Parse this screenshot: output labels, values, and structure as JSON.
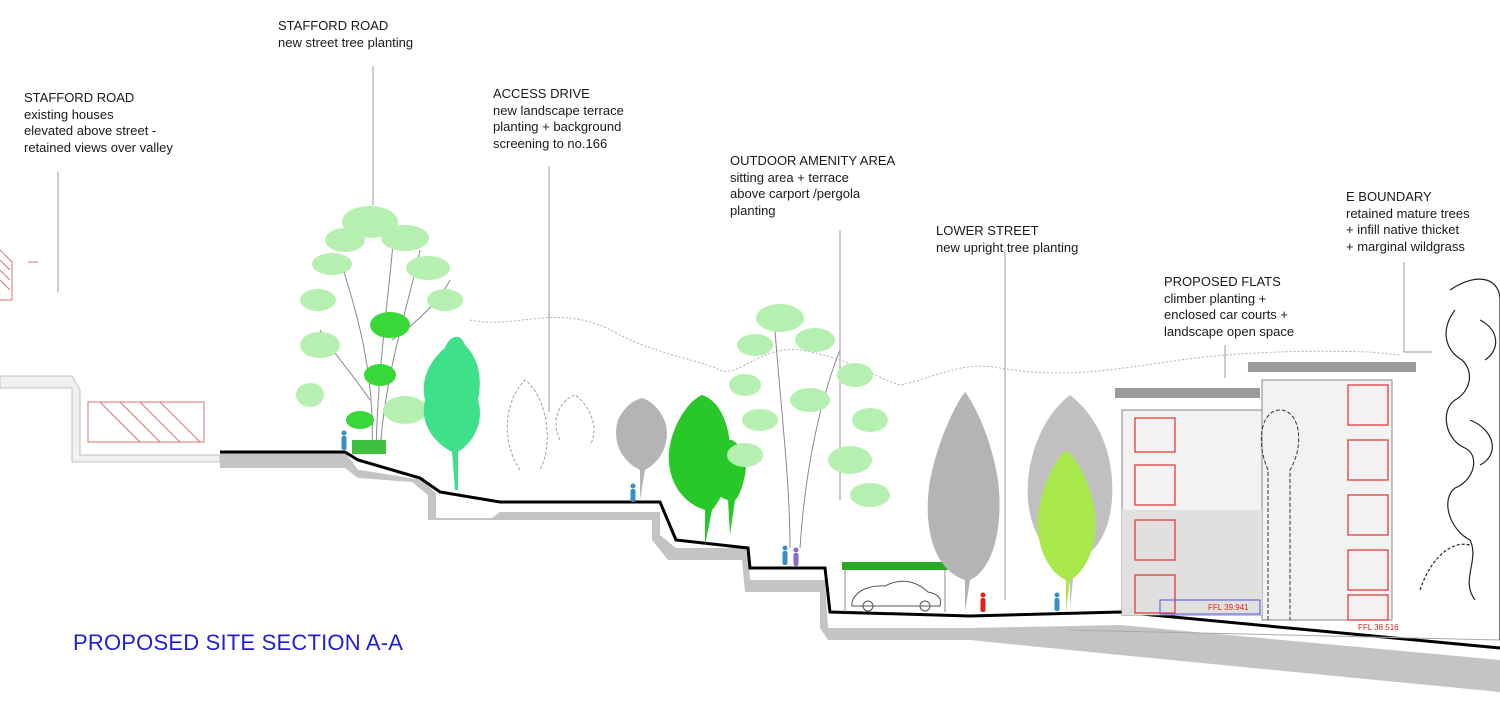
{
  "title": "PROPOSED SITE SECTION A-A",
  "annotations": [
    {
      "id": "stafford-road-houses",
      "lines": [
        "STAFFORD ROAD",
        "existing houses",
        "elevated above street -",
        "retained views over valley"
      ]
    },
    {
      "id": "stafford-road-trees",
      "lines": [
        "STAFFORD ROAD",
        "new street tree planting"
      ]
    },
    {
      "id": "access-drive",
      "lines": [
        "ACCESS DRIVE",
        "new landscape terrace",
        "planting + background",
        "screening to no.166"
      ]
    },
    {
      "id": "outdoor-amenity",
      "lines": [
        "OUTDOOR AMENITY AREA",
        "sitting area + terrace",
        "above carport /pergola",
        "planting"
      ]
    },
    {
      "id": "lower-street",
      "lines": [
        "LOWER STREET",
        "new upright tree planting"
      ]
    },
    {
      "id": "proposed-flats",
      "lines": [
        "PROPOSED FLATS",
        "climber planting +",
        "enclosed car courts +",
        "landscape open space"
      ]
    },
    {
      "id": "e-boundary",
      "lines": [
        "E BOUNDARY",
        "retained mature trees",
        "+ infill native thicket",
        "+ marginal wildgrass"
      ]
    }
  ],
  "levels": {
    "ffl_upper": "FFL 39.941",
    "ffl_lower": "FFL 38.516"
  },
  "colors": {
    "title": "#1f1fd9",
    "ground": "#000000",
    "soil": "#bdbdbd",
    "building_red": "#e03030",
    "tree_green": "#28c828",
    "tree_pale": "#a8e8a0",
    "tree_grey": "#b4b4b4",
    "person": "#3a8fc0"
  }
}
